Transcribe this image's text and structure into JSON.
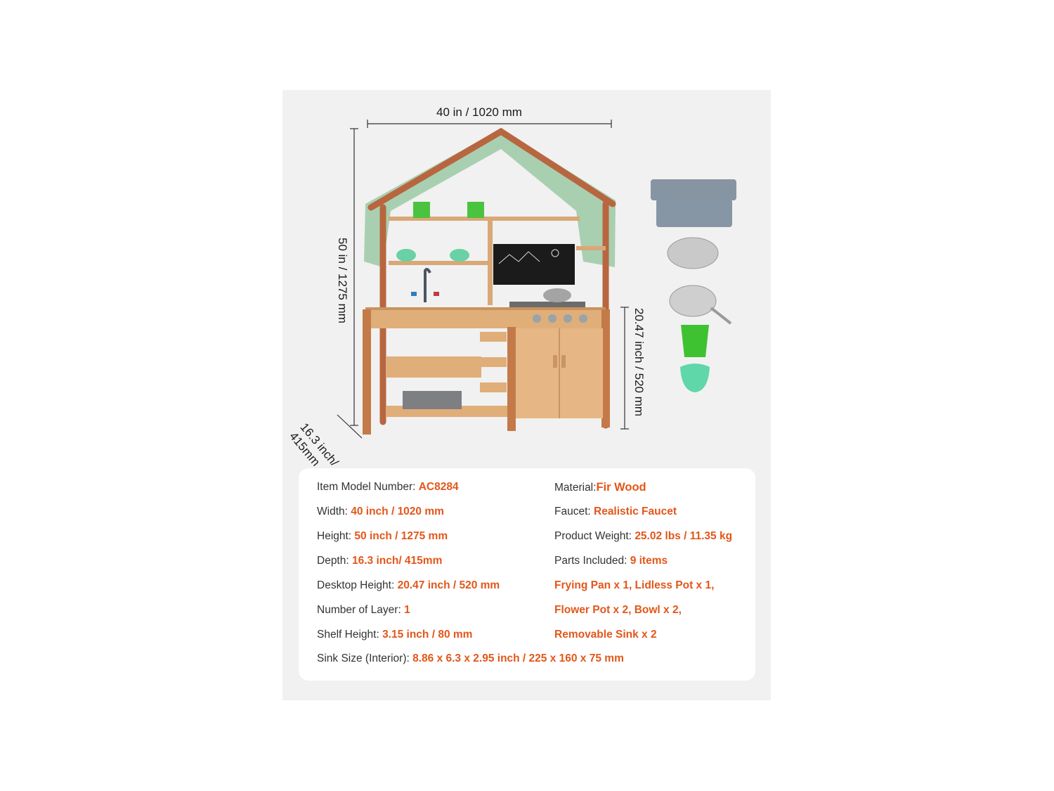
{
  "dimensions": {
    "width": "40 in / 1020 mm",
    "height": "50 in / 1275 mm",
    "desktop_height": "20.47 inch / 520 mm",
    "depth_line1": "16.3 inch/",
    "depth_line2": "415mm"
  },
  "colors": {
    "accent": "#e2571a",
    "wood": "#c98a58",
    "canopy": "#a9cfb1",
    "panel": "#f1f1f1"
  },
  "specs": {
    "left": [
      {
        "label": "Item Model Number: ",
        "value": "AC8284"
      },
      {
        "label": "Width: ",
        "value": "40 inch / 1020 mm"
      },
      {
        "label": "Height: ",
        "value": "50 inch / 1275 mm"
      },
      {
        "label": "Depth: ",
        "value": "16.3 inch/ 415mm"
      },
      {
        "label": "Desktop Height: ",
        "value": "20.47 inch / 520 mm"
      },
      {
        "label": "Number of Layer: ",
        "value": "1"
      },
      {
        "label": "Shelf Height: ",
        "value": "3.15 inch / 80 mm"
      },
      {
        "label": "Sink Size (Interior): ",
        "value": "8.86 x 6.3 x 2.95 inch / 225 x 160 x 75 mm"
      }
    ],
    "right": [
      {
        "label": "Material:",
        "value": "Fir Wood"
      },
      {
        "label": "Faucet: ",
        "value": "Realistic Faucet"
      },
      {
        "label": "Product Weight: ",
        "value": "25.02 lbs / 11.35 kg"
      },
      {
        "label": "Parts Included: ",
        "value": "9 items"
      },
      {
        "label": "",
        "value": "Frying Pan x 1, Lidless Pot x 1,"
      },
      {
        "label": "",
        "value": "Flower Pot x 2, Bowl x 2,"
      },
      {
        "label": "",
        "value": "Removable Sink x 2"
      }
    ]
  }
}
